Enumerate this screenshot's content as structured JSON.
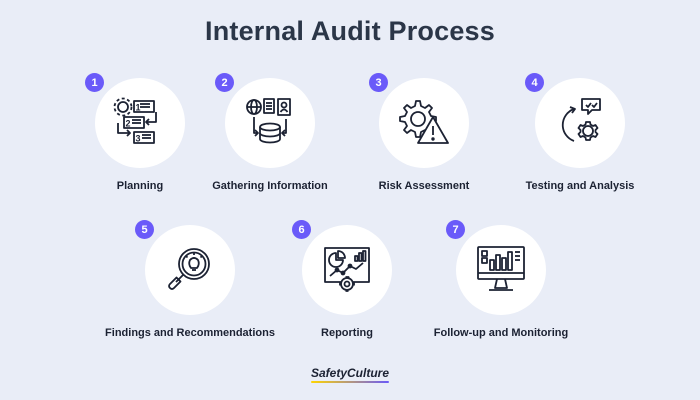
{
  "title": "Internal Audit Process",
  "accent_color": "#6a5af9",
  "background_color": "#e9edf7",
  "steps": [
    {
      "number": "1",
      "label": "Planning",
      "icon": "planning-icon"
    },
    {
      "number": "2",
      "label": "Gathering Information",
      "icon": "gathering-information-icon"
    },
    {
      "number": "3",
      "label": "Risk Assessment",
      "icon": "risk-assessment-icon"
    },
    {
      "number": "4",
      "label": "Testing and Analysis",
      "icon": "testing-analysis-icon"
    },
    {
      "number": "5",
      "label": "Findings and Recommendations",
      "icon": "findings-icon"
    },
    {
      "number": "6",
      "label": "Reporting",
      "icon": "reporting-icon"
    },
    {
      "number": "7",
      "label": "Follow-up and Monitoring",
      "icon": "monitoring-icon"
    }
  ],
  "brand": {
    "name": "SafetyCulture"
  }
}
